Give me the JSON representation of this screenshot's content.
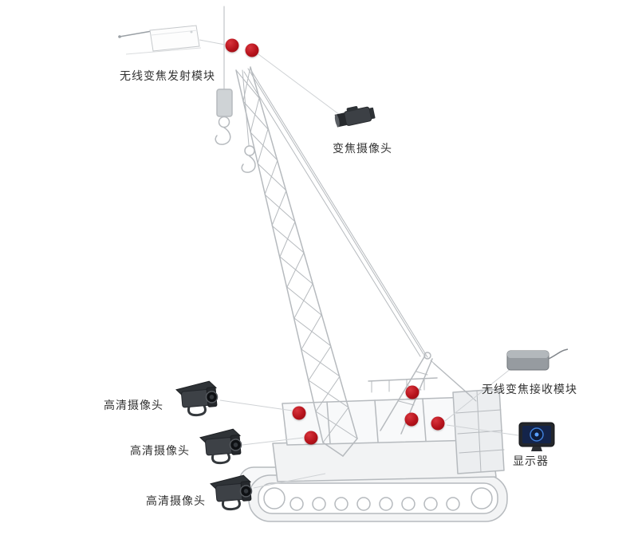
{
  "diagram": {
    "labels": {
      "wireless_zoom_transmitter": "无线变焦发射模块",
      "zoom_camera": "变焦摄像头",
      "wireless_zoom_receiver": "无线变焦接收模块",
      "monitor": "显示器",
      "hd_camera_1": "高清摄像头",
      "hd_camera_2": "高清摄像头",
      "hd_camera_3": "高清摄像头"
    },
    "colors": {
      "marker_red": "#b5121b",
      "connector_gray": "#cfd2d5",
      "crane_gray": "#b6babe",
      "text": "#333333"
    }
  }
}
